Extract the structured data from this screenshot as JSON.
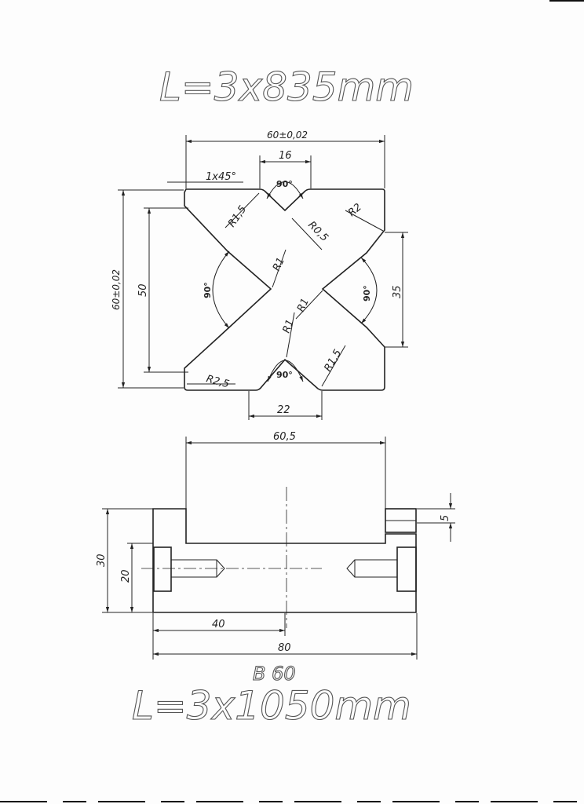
{
  "title_top": "L=3x835mm",
  "title_bottom": "L=3x1050mm",
  "section_label": "B 60",
  "top_view": {
    "width_label": "60±0,02",
    "top_slot_label": "16",
    "chamfer_label": "1x45°",
    "height_outer_label": "60±0,02",
    "height_inner_label": "50",
    "right_slot_label": "35",
    "bottom_slot_label": "22",
    "angle_top": "90°",
    "angle_left": "90°",
    "angle_right": "90°",
    "angle_bottom": "90°",
    "radius_r15_top": "R1,5",
    "radius_r05": "R0,5",
    "radius_r2": "R2",
    "radius_r1_a": "R1",
    "radius_r1_b": "R1",
    "radius_r1_c": "R1",
    "radius_r15_bottom": "R1,5",
    "radius_r25": "R2,5"
  },
  "section_view": {
    "top_width_label": "60,5",
    "height_label": "30",
    "inner_height_label": "20",
    "small_label": "5",
    "half_width_label": "40",
    "total_width_label": "80"
  }
}
